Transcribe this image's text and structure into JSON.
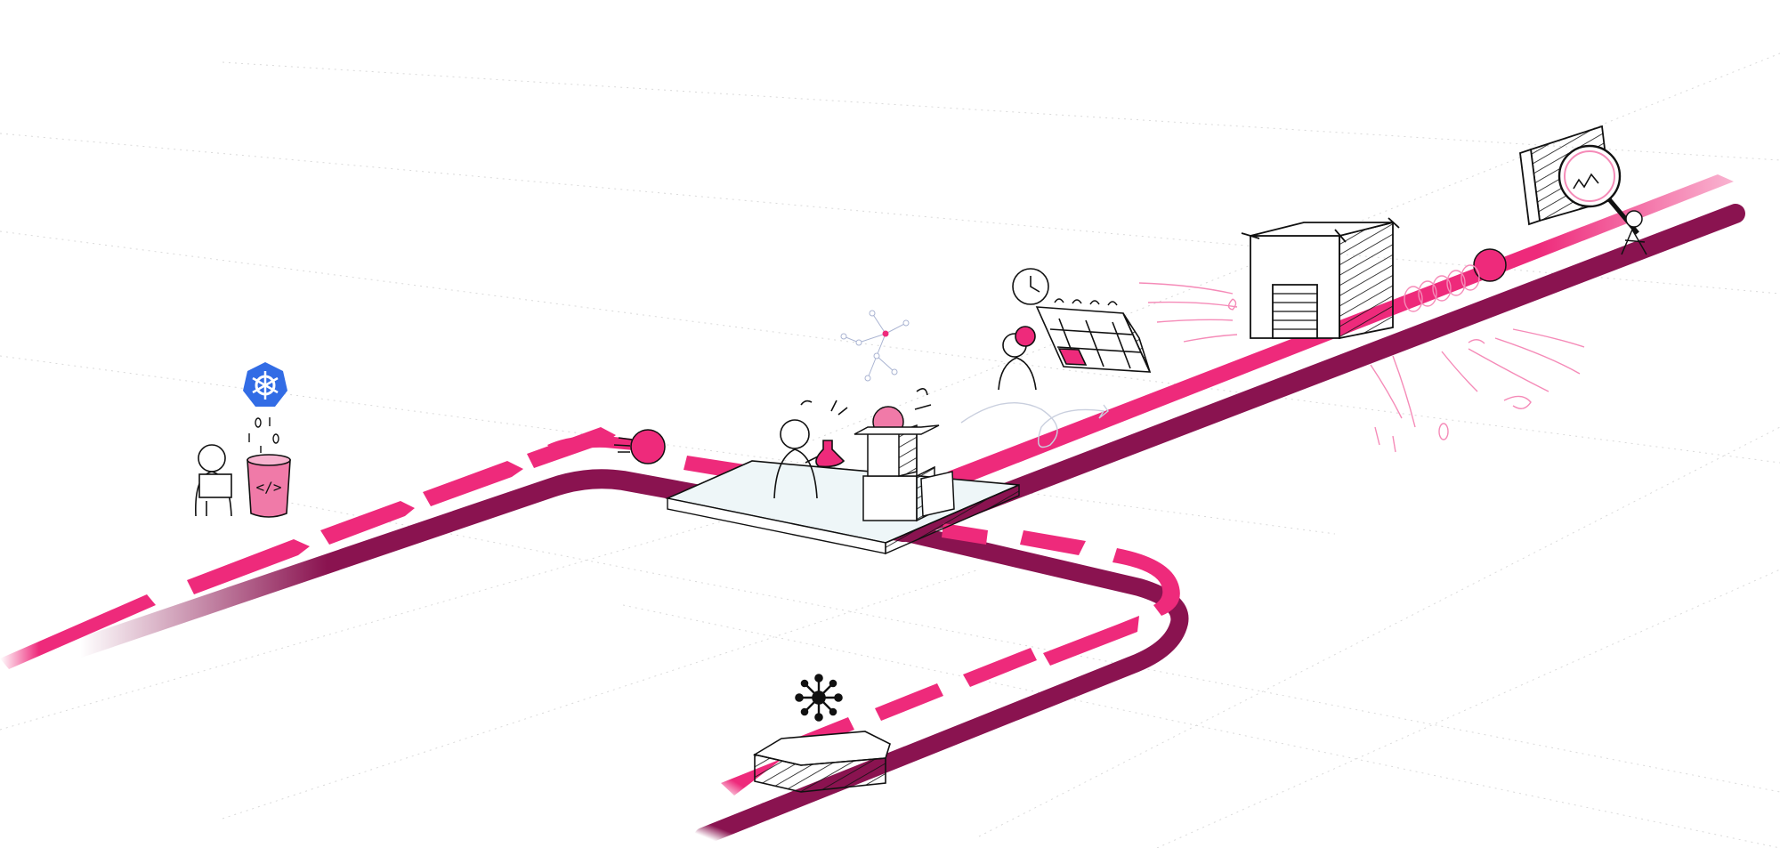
{
  "illustration": {
    "theme": "pipeline journey",
    "colors": {
      "accent_pink": "#ee2a7b",
      "light_pink": "#f58bb8",
      "dark_track": "#8a1350",
      "ink": "#111111",
      "grid": "#d6d6d6",
      "platform_fill": "#eef6f8",
      "kubernetes_blue": "#326ce5"
    },
    "stations": [
      {
        "id": "code-repository",
        "icon": "code-bucket-icon",
        "badge_icon": "kubernetes-icon",
        "glyph": "</>"
      },
      {
        "id": "experimentation-platform",
        "icon": "flask-scientist-icon"
      },
      {
        "id": "scheduling",
        "icon": "calendar-clock-icon"
      },
      {
        "id": "deployment-garage",
        "icon": "garage-box-icon"
      },
      {
        "id": "monitoring",
        "icon": "magnifier-chart-icon"
      },
      {
        "id": "edge-base",
        "icon": "hub-network-icon"
      }
    ]
  }
}
